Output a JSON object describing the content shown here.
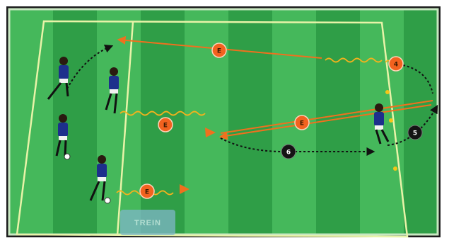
{
  "diagram": {
    "colors": {
      "pitch_dark": "#2f9e47",
      "pitch_light": "#4cbf62",
      "line": "#e8f3a8",
      "pass": "#f0701e",
      "dribble": "#f5b21c",
      "run": "#111111",
      "player_shirt": "#1d2f8c",
      "player_shorts": "#ffffff",
      "marker_orange": "#f2621f",
      "marker_black": "#141414"
    },
    "markers": [
      {
        "id": "orange-top",
        "label": "E",
        "color": "orange"
      },
      {
        "id": "orange-top-right",
        "label": "4",
        "color": "orange"
      },
      {
        "id": "orange-mid-left",
        "label": "E",
        "color": "orange"
      },
      {
        "id": "orange-mid",
        "label": "E",
        "color": "orange"
      },
      {
        "id": "orange-bottom",
        "label": "E",
        "color": "orange"
      },
      {
        "id": "black-mid",
        "label": "6",
        "color": "black"
      },
      {
        "id": "black-right",
        "label": "5",
        "color": "black"
      }
    ],
    "watermark": "TREIN"
  }
}
